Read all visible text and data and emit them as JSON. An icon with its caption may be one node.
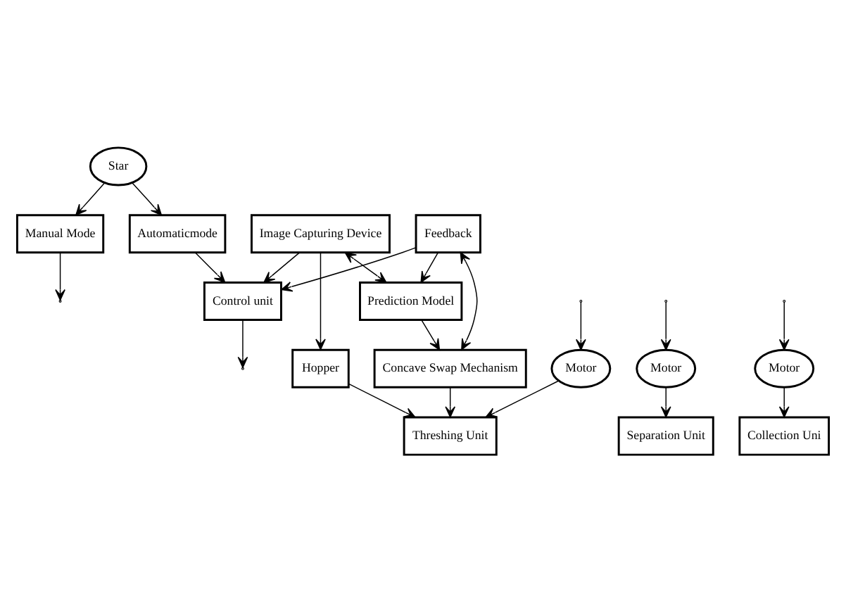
{
  "diagram": {
    "nodes": [
      {
        "text": [
          "Manual Mode"
        ]
      },
      {
        "text": [
          "Image Capturing Device"
        ]
      },
      {
        "text": [
          "Hopper"
        ]
      },
      {
        "text": [
          "Star"
        ]
      },
      {
        "text": [
          "Prediction Model"
        ]
      },
      {
        "text": [
          "Automaticmode"
        ]
      },
      {
        "text": [
          "Feedback"
        ]
      },
      {
        "text": [
          "Concave Swap Mechanism"
        ]
      },
      {
        "text": [
          "Control unit"
        ]
      },
      {
        "text": [
          "Threshing Unit"
        ]
      },
      {
        "text": [
          "Separation Unit"
        ]
      },
      {
        "text": [
          "Collection Uni"
        ]
      },
      {
        "text": [
          "Motor"
        ]
      },
      {
        "text": [
          "Motor"
        ]
      },
      {
        "text": [
          "Motor"
        ]
      }
    ],
    "edges": [
      {
        "from": 3,
        "to": 0,
        "arrow": "to"
      },
      {
        "from": 3,
        "to": 5,
        "arrow": "to"
      },
      {
        "from": 5,
        "to": 8,
        "arrow": "to"
      },
      {
        "from": 1,
        "to": 8,
        "arrow": "to"
      },
      {
        "from": 6,
        "to": 8,
        "arrow": "to"
      },
      {
        "from": 6,
        "to": 4,
        "arrow": "to"
      },
      {
        "from": 6,
        "to": 7,
        "arrow": "both"
      },
      {
        "from": 1,
        "to": 4,
        "arrow": "both"
      },
      {
        "from": 1,
        "to": 2,
        "arrow": "to"
      },
      {
        "from": 4,
        "to": 7,
        "arrow": "to"
      },
      {
        "from": 7,
        "to": 9,
        "arrow": "to"
      },
      {
        "from": 2,
        "to": 9,
        "arrow": "to"
      },
      {
        "from": 12,
        "to": 9,
        "arrow": "to"
      },
      {
        "from": 13,
        "to": 10,
        "arrow": "to"
      },
      {
        "from": 14,
        "to": 11,
        "arrow": "to"
      },
      {
        "from": 8,
        "to": null,
        "arrow": "to"
      },
      {
        "from": 0,
        "to": null,
        "arrow": "to"
      },
      {
        "from": null,
        "to": 12,
        "arrow": "to"
      },
      {
        "from": null,
        "to": 13,
        "arrow": "to"
      },
      {
        "from": null,
        "to": 14,
        "arrow": "to"
      }
    ]
  }
}
